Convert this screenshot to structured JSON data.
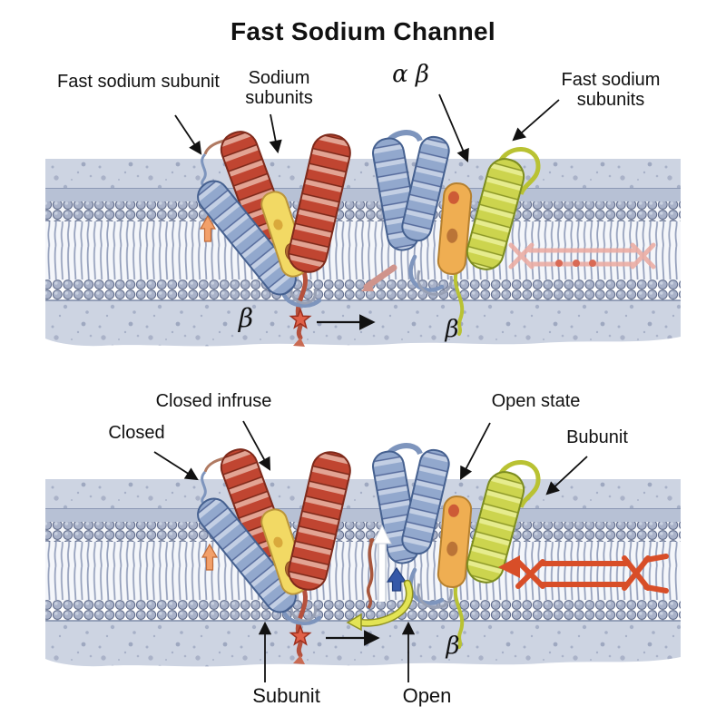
{
  "title": "Fast Sodium Channel",
  "top_panel": {
    "labels": {
      "fast_sodium_subunit": "Fast sodium subunit",
      "sodium_subunits": "Sodium subunits",
      "alpha_beta": "α β",
      "fast_sodium_subunits": "Fast sodium subunits",
      "beta_left": "β",
      "beta_right": "β"
    }
  },
  "bottom_panel": {
    "labels": {
      "closed_infruse": "Closed infruse",
      "closed": "Closed",
      "open_state": "Open state",
      "bubunit": "Bubunit",
      "subunit": "Subunit",
      "open": "Open",
      "beta": "β"
    }
  },
  "colors": {
    "red_helix": "#c04531",
    "blue_helix": "#92a8cd",
    "green_helix": "#ccd44e",
    "yellow_pore": "#f2d964",
    "orange_pore": "#efae52",
    "membrane_band": "#cdd4e2",
    "membrane_band_dark": "#b7c1d5",
    "lipid_head": "#a9b2c9",
    "signal_red": "#d84e28",
    "signal_pink": "#ecaca2",
    "star_red": "#e06048",
    "arrow_orange": "#f2a06a",
    "arrow_blue": "#3558a8",
    "arrow_yellow": "#e3e455"
  }
}
